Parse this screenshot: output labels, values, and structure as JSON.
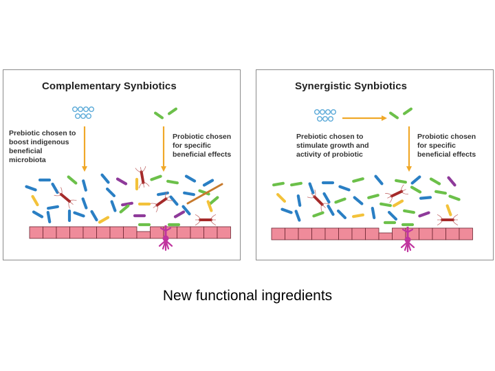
{
  "left_panel": {
    "title": "Complementary Synbiotics",
    "prebiotic_label": "Prebiotic chosen to\nboost indigenous\nbeneficial\nmicrobiota",
    "probiotic_label": "Probiotic chosen\nfor specific\nbeneficial effects"
  },
  "right_panel": {
    "title": "Synergistic Synbiotics",
    "prebiotic_label": "Prebiotic chosen to\nstimulate growth and\nactivity of probiotic",
    "probiotic_label": "Probiotic chosen\nfor specific\nbeneficial effects"
  },
  "caption": "New functional ingredients",
  "colors": {
    "arrow": "#f0a828",
    "bacteria_blue": "#2a7fc4",
    "bacteria_green": "#6cc04a",
    "bacteria_yellow": "#f3c23a",
    "bacteria_purple": "#8e3a9a",
    "bacteria_red": "#a52a2a",
    "epithelium": "#ef8b9a",
    "immune_cell": "#c0359e",
    "prebiotic_rings": "#5aa9d8"
  }
}
